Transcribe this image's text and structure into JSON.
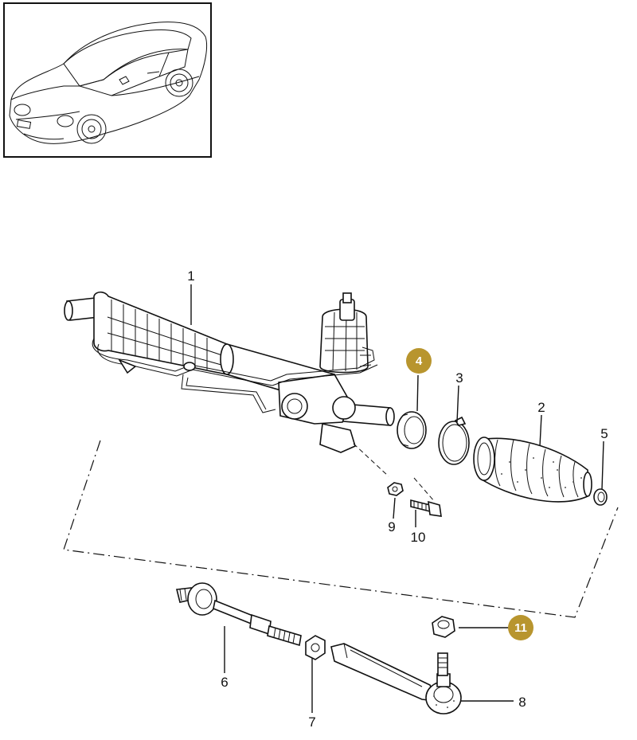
{
  "diagram": {
    "callouts": [
      {
        "id": "1",
        "label": "1",
        "highlight": false
      },
      {
        "id": "2",
        "label": "2",
        "highlight": false
      },
      {
        "id": "3",
        "label": "3",
        "highlight": false
      },
      {
        "id": "4",
        "label": "4",
        "highlight": true
      },
      {
        "id": "5",
        "label": "5",
        "highlight": false
      },
      {
        "id": "6",
        "label": "6",
        "highlight": false
      },
      {
        "id": "7",
        "label": "7",
        "highlight": false
      },
      {
        "id": "8",
        "label": "8",
        "highlight": false
      },
      {
        "id": "9",
        "label": "9",
        "highlight": false
      },
      {
        "id": "10",
        "label": "10",
        "highlight": false
      },
      {
        "id": "11",
        "label": "11",
        "highlight": true
      }
    ],
    "colors": {
      "highlight_badge": "#b8952e",
      "line": "#111111",
      "background": "#ffffff"
    }
  }
}
